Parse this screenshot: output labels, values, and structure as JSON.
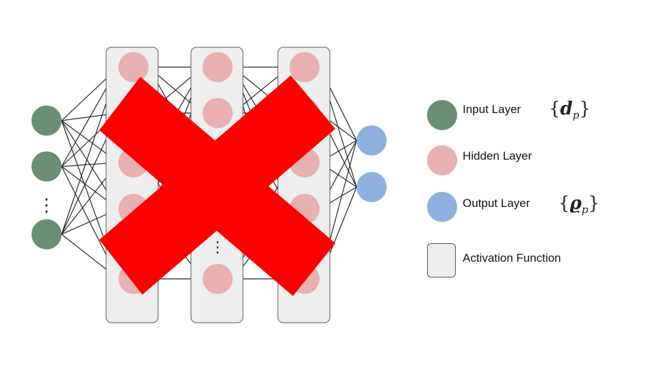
{
  "colors": {
    "input": "#6b8e74",
    "hidden": "#e8b0b0",
    "output": "#8eb0e0",
    "activation_fill": "#eeeeee",
    "activation_stroke": "#555555",
    "edge": "#222222",
    "cross": "#ff0000"
  },
  "legend": {
    "input_label": "Input Layer",
    "input_symbol": "d",
    "input_subscript": "p",
    "hidden_label": "Hidden Layer",
    "output_label": "Output Layer",
    "output_symbol": "ϱ",
    "output_subscript": "p",
    "activation_label": "Activation Function"
  },
  "diagram": {
    "ellipsis": "⋮",
    "overlay": "red X cross-out mark"
  }
}
